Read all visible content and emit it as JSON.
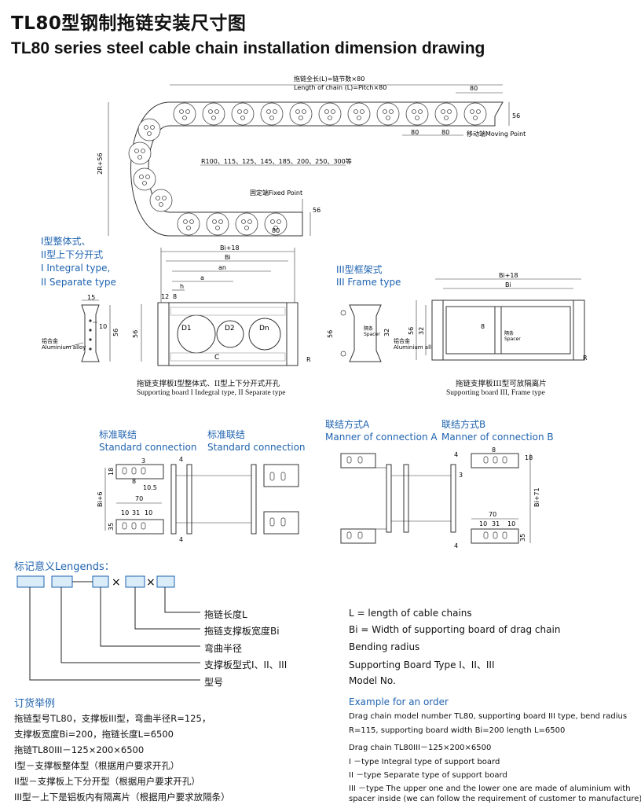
{
  "title_cn": "TL80型钢制拖链安装尺寸图",
  "title_en": "TL80 series steel cable chain installation dimension drawing",
  "drawing1": {
    "length_cn": "拖链全长(L)=链节数×80",
    "length_en": "Length of chain (L)=Pitch×80",
    "dim_80": "80",
    "dim_56": "56",
    "moving_point": "移动端Moving Point",
    "height_label": "2R+56",
    "radius": "R100、115、125、145、185、200、250、300等",
    "fixed_point": "固定端Fixed Point"
  },
  "side_view": {
    "heading_cn_1": "I型整体式、",
    "heading_cn_2": "II型上下分开式",
    "heading_en_1": "I Integral type,",
    "heading_en_2": "II Separate type",
    "dim_15": "15",
    "dim_10": "10",
    "dim_56": "56",
    "alloy_cn": "铝合金",
    "alloy_en": "Aluminium alloy"
  },
  "board1": {
    "bi18": "Bi+18",
    "bi": "Bi",
    "an": "an",
    "a": "a",
    "h": "h",
    "d12": "12",
    "d8": "8",
    "D1": "D1",
    "D2": "D2",
    "Dn": "Dn",
    "C": "C",
    "R": "R",
    "d56": "56",
    "caption_cn": "拖链支撑板I型整体式、II型上下分开式开孔",
    "caption_en": "Supporting board I Indegral type, II Separate type"
  },
  "frame": {
    "heading_cn": "III型框架式",
    "heading_en": "III Frame type",
    "bi18": "Bi+18",
    "bi": "Bi",
    "d56": "56",
    "d32": "32",
    "d8": "8",
    "spacer_cn": "隔条",
    "spacer_en": "Spacer",
    "alloy_cn": "铝合金",
    "alloy_en": "Aluminium alloy",
    "R": "R",
    "caption_cn": "拖链支撑板III型可放隔离片",
    "caption_en": "Supporting board III, Frame type"
  },
  "connections": {
    "std1_cn": "标准联结",
    "std1_en": "Standard connection",
    "std2_cn": "标准联结",
    "std2_en": "Standard connection",
    "a_cn": "联结方式A",
    "a_en": "Manner of connection A",
    "b_cn": "联结方式B",
    "b_en": "Manner of connection B",
    "d3": "3",
    "d4": "4",
    "d18": "18",
    "d8": "8",
    "d10_5": "10.5",
    "bi6": "Bi+6",
    "d70": "70",
    "d10": "10",
    "d31": "31",
    "d35": "35",
    "bi71": "Bi+71"
  },
  "legend": {
    "heading": "标记意义Lengends：",
    "items_cn": [
      "拖链长度L",
      "拖链支撑板宽度Bi",
      "弯曲半径",
      "支撑板型式I、II、III",
      "型号"
    ],
    "items_en": [
      "L = length of cable chains",
      "Bi = Width of supporting board of drag chain",
      "Bending radius",
      "Supporting Board Type I、II、III",
      "Model No."
    ],
    "times": "×",
    "dash": "—"
  },
  "order_cn": {
    "heading": "订货举例",
    "lines": [
      "拖链型号TL80，支撑板III型，弯曲半径R=125，",
      "支撑板宽度Bi=200，拖链长度L=6500",
      "拖链TL80III－125×200×6500",
      "I型－支撑板整体型（根据用户要求开孔）",
      "II型－支撑板上下分开型（根据用户要求开孔）",
      "III型－上下是铝板内有隔离片（根据用户要求放隔条）"
    ]
  },
  "order_en": {
    "heading": "Example for an order",
    "lines": [
      "Drag chain model number TL80, supporting board III type, bend radius",
      "R=115, supporting board width Bi=200 length L=6500",
      "Drag chain TL80III－125×200×6500",
      "I －type Integral type of support board",
      "II －type Separate type of support board",
      "III －type The upper one and the lower one are made of aluminium with",
      "spacer inside  (we can follow the requirement of customer to manufacture)"
    ]
  },
  "colors": {
    "accent": "#1f63b0",
    "legend_box": "#d9ecf8",
    "legend_border": "#1f63b0"
  }
}
